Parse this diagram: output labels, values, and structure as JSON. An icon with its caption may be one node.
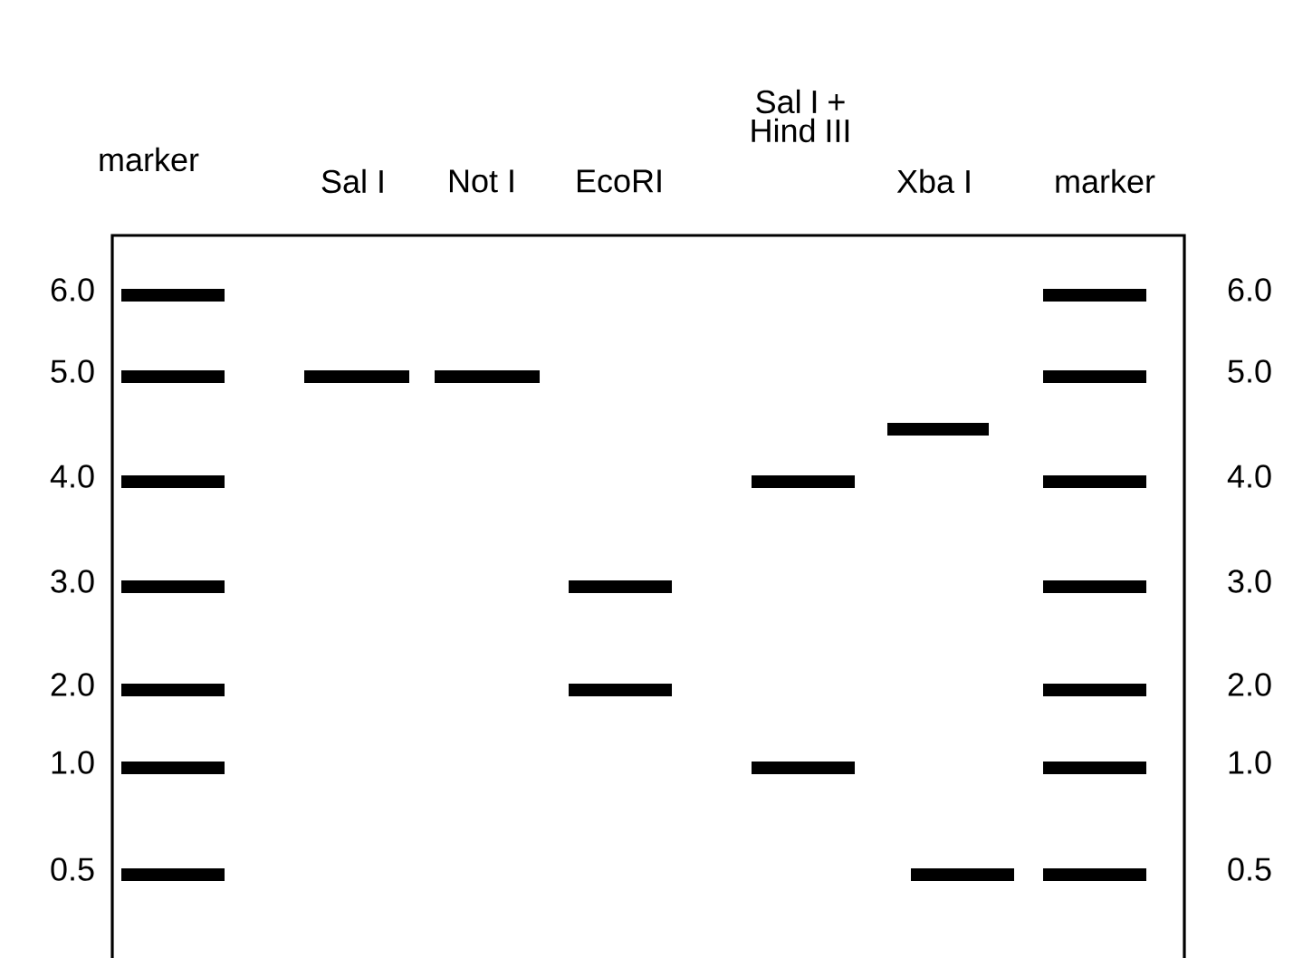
{
  "diagram": {
    "labels": [
      "marker",
      "Sal I",
      "Not I",
      "EcoRI",
      "Sal I + Hind III",
      "Xba I",
      "marker",
      "6.0",
      "6.0",
      "5.0",
      "5.0",
      "4.0",
      "4.0",
      "3.0",
      "3.0",
      "2.0",
      "2.0",
      "1.0",
      "1.0",
      "0.5",
      "0.5"
    ]
  }
}
